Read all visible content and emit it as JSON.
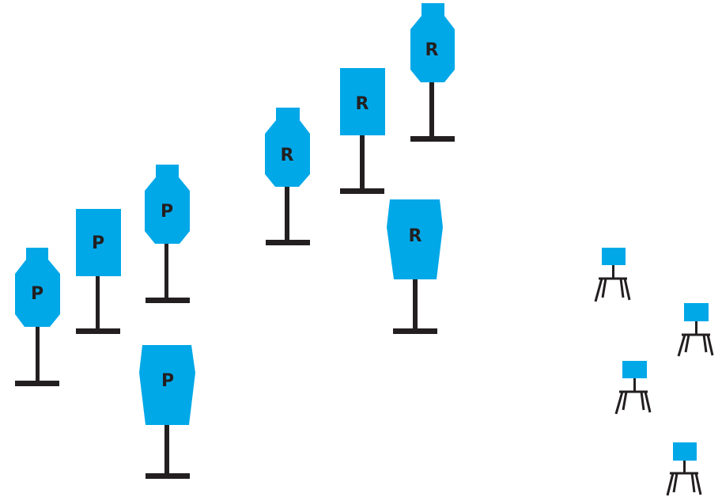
{
  "colors": {
    "target_fill": "#00a8e8",
    "stand": "#231f20",
    "label": "#231f20",
    "background": "#ffffff"
  },
  "targets": [
    {
      "id": "p1",
      "shape": "octagon-head",
      "label": "P"
    },
    {
      "id": "p2",
      "shape": "rectangle",
      "label": "P"
    },
    {
      "id": "p3",
      "shape": "octagon-head",
      "label": "P"
    },
    {
      "id": "p4",
      "shape": "trapezoid",
      "label": "P"
    },
    {
      "id": "r1",
      "shape": "octagon-head",
      "label": "R"
    },
    {
      "id": "r2",
      "shape": "rectangle",
      "label": "R"
    },
    {
      "id": "r3",
      "shape": "octagon-head",
      "label": "R"
    },
    {
      "id": "r4",
      "shape": "trapezoid",
      "label": "R"
    }
  ],
  "small_targets": [
    {
      "id": "s1",
      "shape": "tripod-square"
    },
    {
      "id": "s2",
      "shape": "tripod-square"
    },
    {
      "id": "s3",
      "shape": "tripod-square"
    },
    {
      "id": "s4",
      "shape": "tripod-square"
    }
  ]
}
